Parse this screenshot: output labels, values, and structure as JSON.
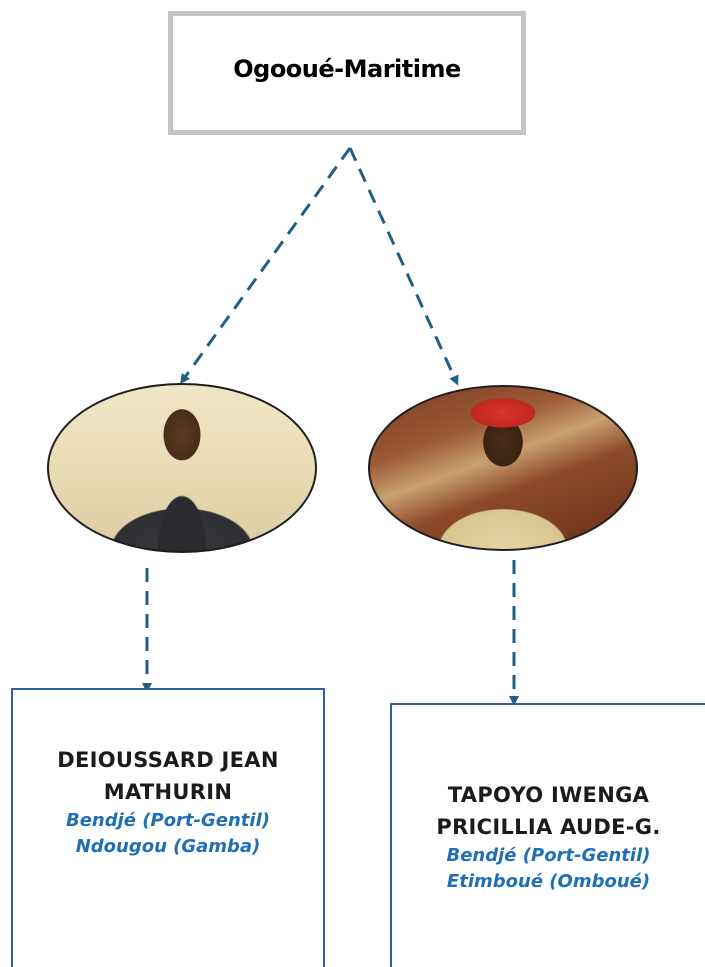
{
  "root": {
    "title": "Ogooué-Maritime"
  },
  "people": [
    {
      "name_line1": "DEIOUSSARD JEAN",
      "name_line2": "MATHURIN",
      "place1": "Bendjé (Port-Gentil)",
      "place2": "Ndougou (Gamba)"
    },
    {
      "name_line1": "TAPOYO IWENGA",
      "name_line2": "PRICILLIA AUDE-G.",
      "place1": "Bendjé (Port-Gentil)",
      "place2": "Etimboué (Omboué)"
    }
  ],
  "colors": {
    "root_border": "#c5c5c5",
    "connector": "#1f5f86",
    "leaf_border": "#2e5f9e",
    "place_text": "#1f6fb5"
  }
}
